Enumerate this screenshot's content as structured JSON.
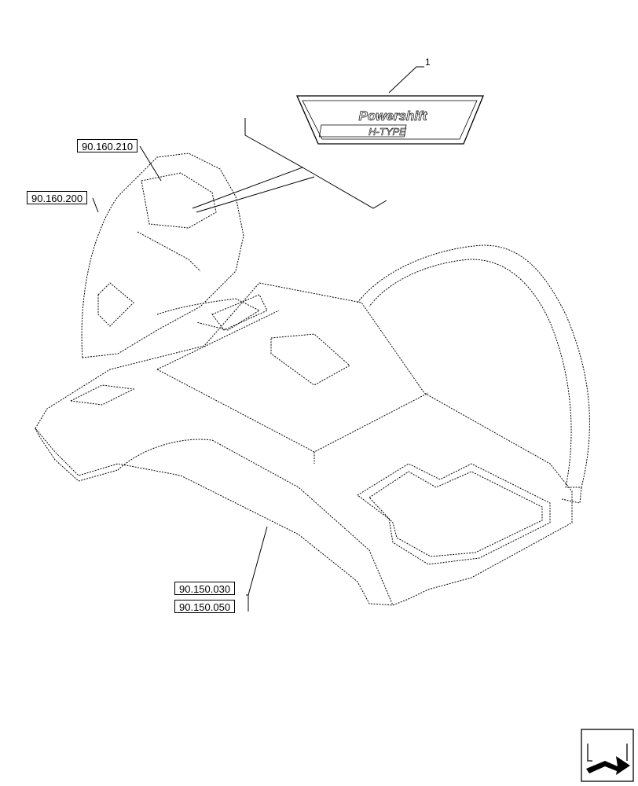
{
  "callout_number": "1",
  "decal": {
    "line1": "Powershift",
    "line2": "H-TYPE"
  },
  "references": {
    "ref_top_cover": "90.160.210",
    "ref_side_panel": "90.160.200",
    "ref_floor_a": "90.150.030",
    "ref_floor_b": "90.150.050"
  },
  "nav": {
    "icon": "next-page-arrow-icon"
  }
}
